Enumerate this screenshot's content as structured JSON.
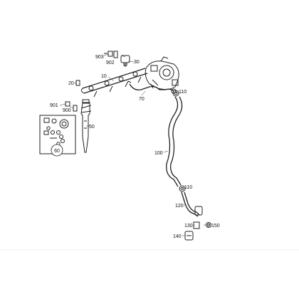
{
  "parts": {
    "p903": "903",
    "p902": "902",
    "p30": "30",
    "p10": "10",
    "p20": "20",
    "p70": "70",
    "p110a": "110",
    "p901": "901",
    "p900": "900",
    "p50": "50",
    "p60": "60",
    "p100": "100",
    "p110b": "110",
    "p120": "120",
    "p130": "130",
    "p150": "150",
    "p140": "140"
  }
}
